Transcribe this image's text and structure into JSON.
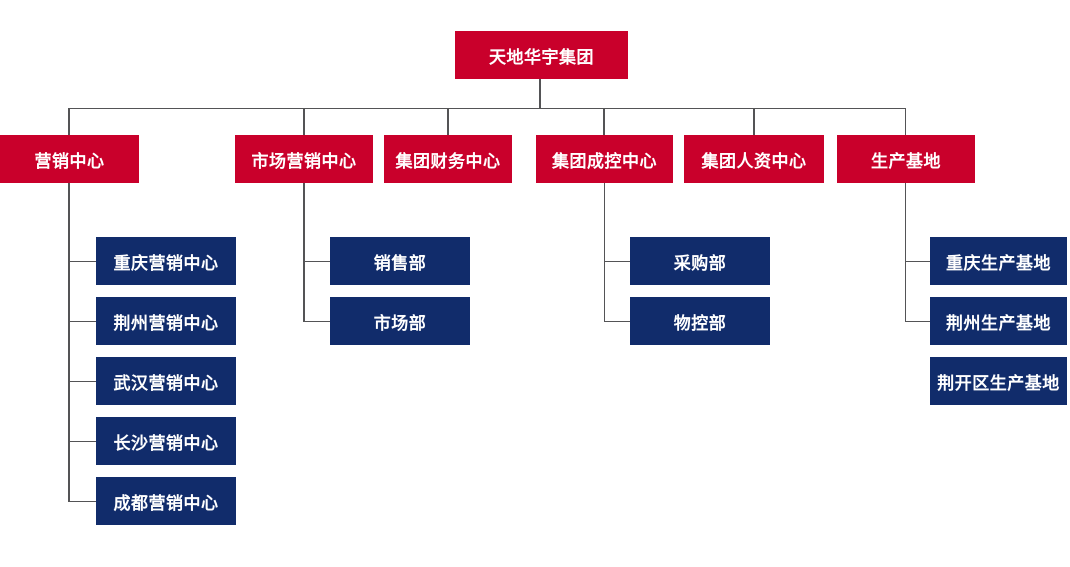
{
  "colors": {
    "node_red": "#C9002B",
    "node_navy": "#112C6B",
    "connector": "#545456",
    "node_text": "#FFFFFF",
    "background": "#FFFFFF"
  },
  "org": {
    "root": "天地华宇集团",
    "level2": [
      "营销中心",
      "市场营销中心",
      "集团财务中心",
      "集团成控中心",
      "集团人资中心",
      "生产基地"
    ],
    "marketing_centers": [
      "重庆营销中心",
      "荆州营销中心",
      "武汉营销中心",
      "长沙营销中心",
      "成都营销中心"
    ],
    "market_center_depts": [
      "销售部",
      "市场部"
    ],
    "cost_control_depts": [
      "采购部",
      "物控部"
    ],
    "production_bases": [
      "重庆生产基地",
      "荆州生产基地",
      "荆开区生产基地"
    ]
  }
}
